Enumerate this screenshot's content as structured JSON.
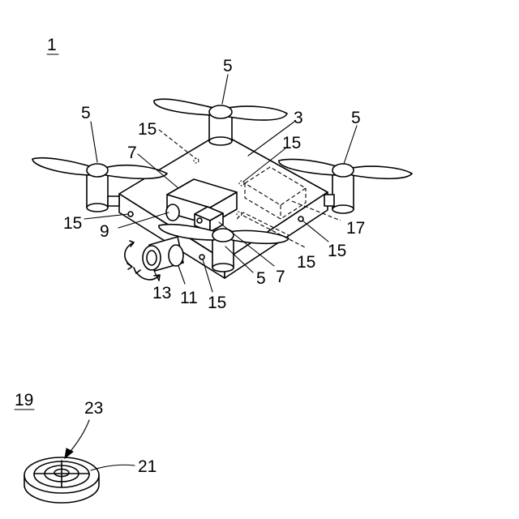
{
  "figure": {
    "drone_label": "1",
    "pad_label": "19"
  },
  "labels": {
    "rotor": "5",
    "body": "3",
    "camera_unit": "7",
    "light": "9",
    "lens": "11",
    "camera": "13",
    "sensor": "15",
    "battery": "17",
    "pad_rings": "21",
    "pad_center": "23"
  }
}
